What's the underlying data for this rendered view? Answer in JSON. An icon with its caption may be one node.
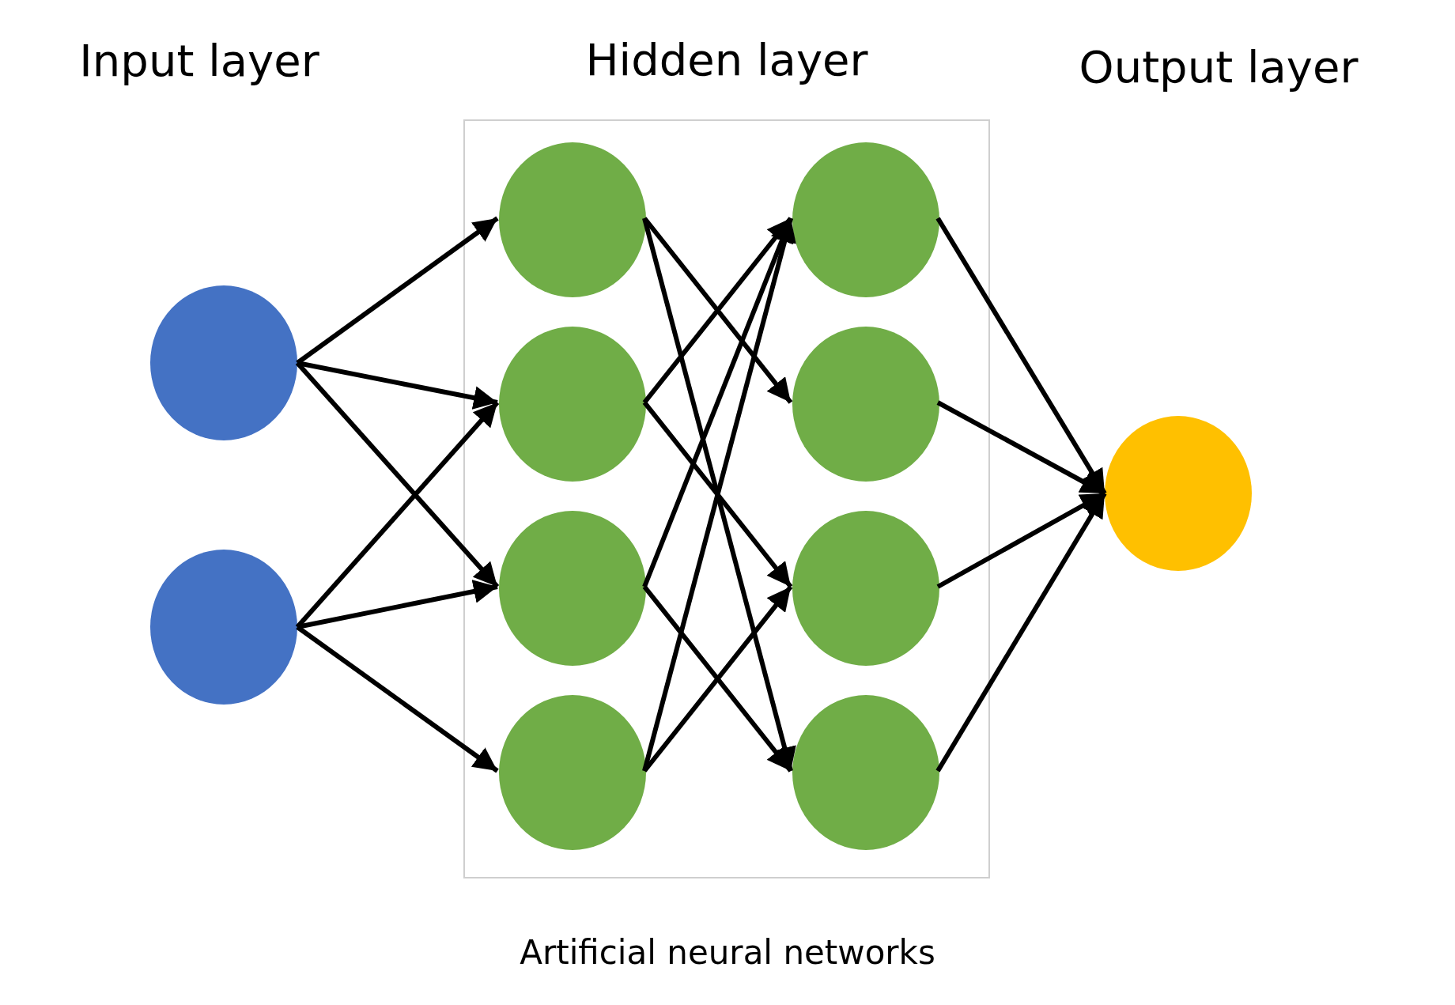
{
  "diagram": {
    "caption": "Artificial neural networks",
    "nodes": [
      {
        "text": [
          "Hidden layer"
        ]
      },
      {
        "text": [],
        "shape": "circle"
      },
      {
        "text": [],
        "shape": "circle"
      },
      {
        "text": [],
        "shape": "circle",
        "in": 0
      },
      {
        "text": [],
        "shape": "circle",
        "in": 0
      },
      {
        "text": [],
        "shape": "circle",
        "in": 0
      },
      {
        "text": [],
        "shape": "circle",
        "in": 0
      },
      {
        "text": [],
        "shape": "circle",
        "in": 0
      },
      {
        "text": [],
        "shape": "circle",
        "in": 0
      },
      {
        "text": [],
        "shape": "circle",
        "in": 0
      },
      {
        "text": [],
        "shape": "circle",
        "in": 0
      },
      {
        "text": [],
        "shape": "circle"
      }
    ],
    "edges": [
      {
        "from": 1,
        "to": 3,
        "arrow": "to"
      },
      {
        "from": 1,
        "to": 4,
        "arrow": "to"
      },
      {
        "from": 1,
        "to": 5,
        "arrow": "to"
      },
      {
        "from": 2,
        "to": 4,
        "arrow": "to"
      },
      {
        "from": 2,
        "to": 5,
        "arrow": "to"
      },
      {
        "from": 2,
        "to": 6,
        "arrow": "to"
      },
      {
        "from": 3,
        "to": 8,
        "arrow": "to"
      },
      {
        "from": 3,
        "to": 10,
        "arrow": "to"
      },
      {
        "from": 4,
        "to": 7,
        "arrow": "to"
      },
      {
        "from": 4,
        "to": 9,
        "arrow": "to"
      },
      {
        "from": 5,
        "to": 7,
        "arrow": "to"
      },
      {
        "from": 5,
        "to": 10,
        "arrow": "to"
      },
      {
        "from": 6,
        "to": 7,
        "arrow": "to"
      },
      {
        "from": 6,
        "to": 9,
        "arrow": "to"
      },
      {
        "from": 7,
        "to": 11,
        "arrow": "to"
      },
      {
        "from": 8,
        "to": 11,
        "arrow": "to"
      },
      {
        "from": 9,
        "to": 11,
        "arrow": "to"
      },
      {
        "from": 10,
        "to": 11,
        "arrow": "to"
      }
    ],
    "labels": [
      "Input layer",
      "Output layer"
    ]
  }
}
